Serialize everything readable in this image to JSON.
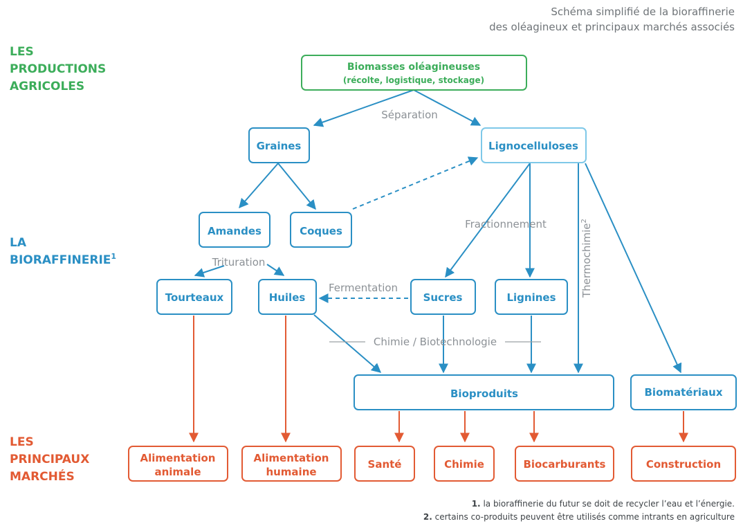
{
  "title": {
    "line1": "Schéma simplifié de la bioraffinerie",
    "line2": "des oléagineux et principaux marchés associés"
  },
  "sections": {
    "productions": [
      "LES",
      "PRODUCTIONS",
      "AGRICOLES"
    ],
    "bioraffinerie": [
      "LA",
      "BIORAFFINERIE",
      "1"
    ],
    "marches": [
      "LES",
      "PRINCIPAUX",
      "MARCHÉS"
    ]
  },
  "nodes": {
    "biomasses": {
      "title": "Biomasses oléagineuses",
      "sub": "(récolte, logistique, stockage)"
    },
    "graines": "Graines",
    "lignocelluloses": "Lignocelluloses",
    "amandes": "Amandes",
    "coques": "Coques",
    "tourteaux": "Tourteaux",
    "huiles": "Huiles",
    "sucres": "Sucres",
    "lignines": "Lignines",
    "bioproduits": "Bioproduits",
    "biomateriaux": "Biomatériaux"
  },
  "processes": {
    "separation": "Séparation",
    "fractionnement": "Fractionnement",
    "trituration": "Trituration",
    "fermentation": "Fermentation",
    "chimie": "Chimie / Biotechnologie",
    "thermochimie": "Thermochimie",
    "thermochimie_note": "2"
  },
  "markets": {
    "alimentation_animale": [
      "Alimentation",
      "animale"
    ],
    "alimentation_humaine": [
      "Alimentation",
      "humaine"
    ],
    "sante": "Santé",
    "chimie": "Chimie",
    "biocarburants": "Biocarburants",
    "construction": "Construction"
  },
  "footnotes": [
    {
      "num": "1.",
      "text": "la bioraffinerie du futur se doit de recycler l’eau et l’énergie."
    },
    {
      "num": "2.",
      "text": "certains co-produits peuvent être utilisés comme intrants en agriculture"
    }
  ],
  "colors": {
    "green": "#3cad5a",
    "blue": "#2a8fc4",
    "light_blue": "#7ec8e8",
    "orange": "#e25a33",
    "gray": "#8c9196"
  }
}
